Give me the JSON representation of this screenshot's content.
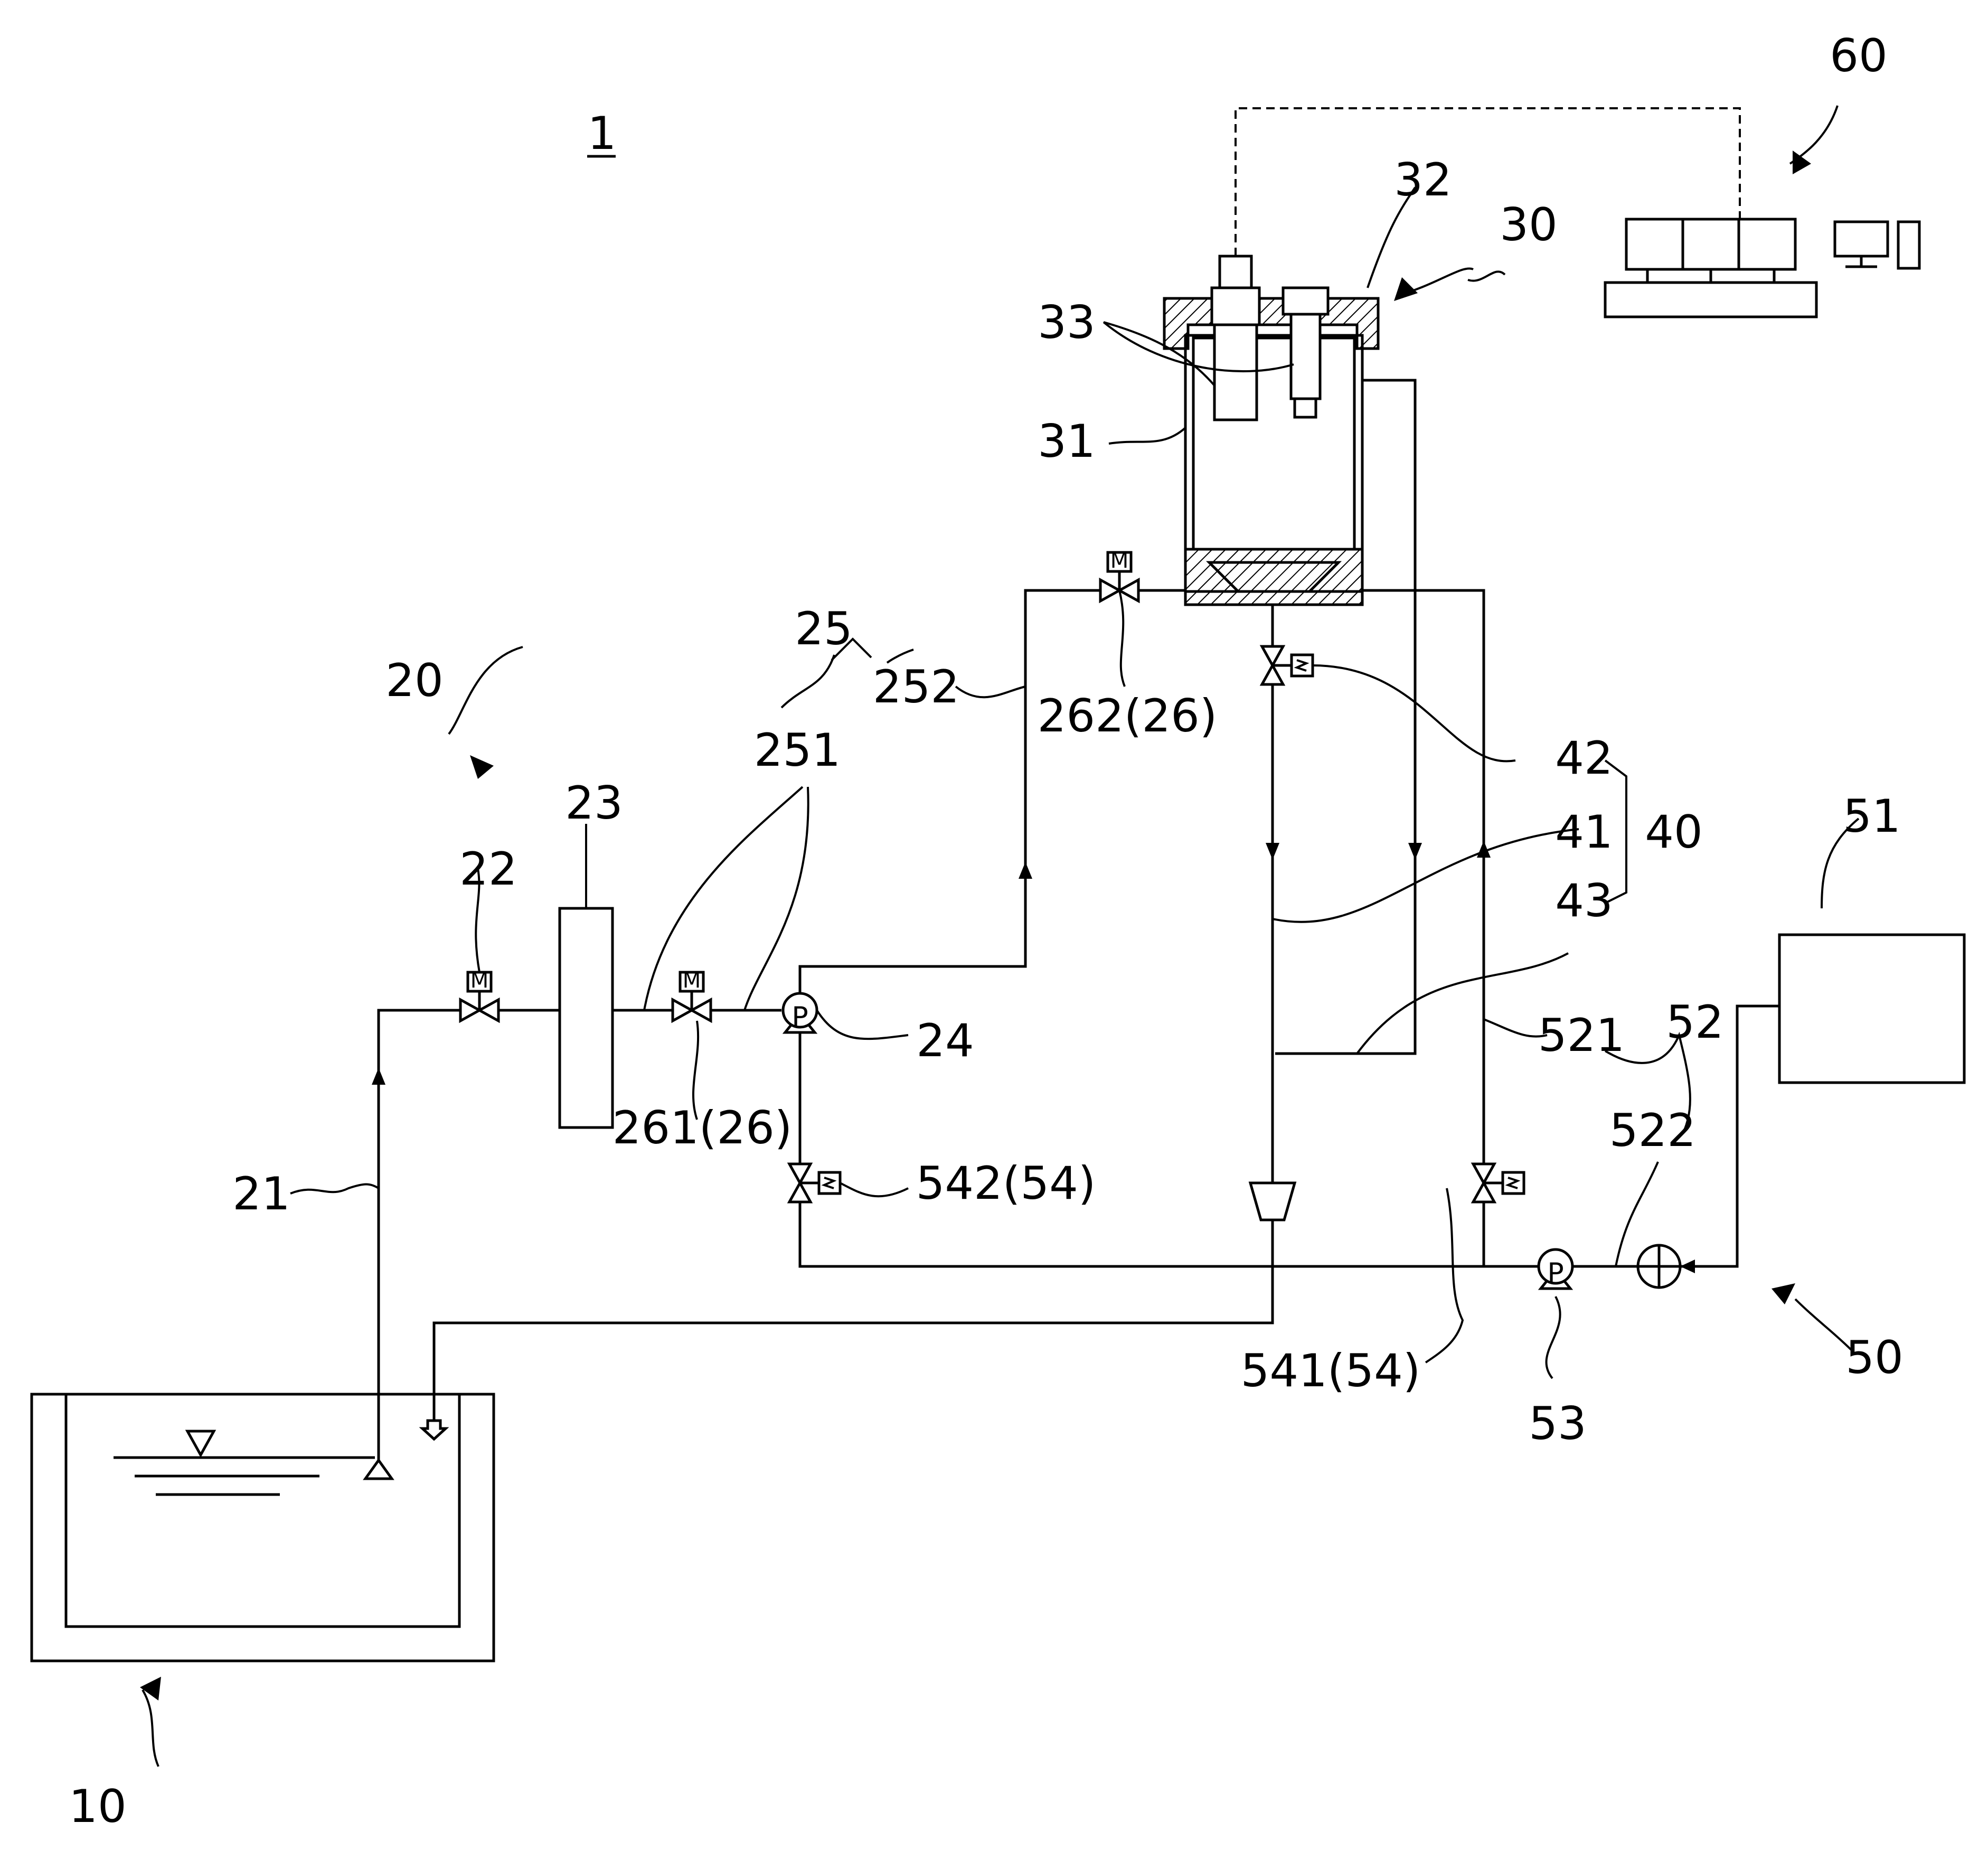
{
  "figure": {
    "system_ref": "1",
    "labels": {
      "tank": "10",
      "supply_unit": "20",
      "suction_pipe": "21",
      "inlet_valve": "22",
      "filter": "23",
      "pump": "24",
      "supply_pipe": "25",
      "pipe_251": "251",
      "pipe_252": "252",
      "valve_261": "261(26)",
      "valve_262": "262(26)",
      "vessel_unit": "30",
      "vessel": "31",
      "lid": "32",
      "sensors": "33",
      "drain_unit": "40",
      "drain_41": "41",
      "valve_42": "42",
      "pipe_43": "43",
      "cleaning_unit": "50",
      "cleaning_tank": "51",
      "cleaning_pipe": "52",
      "pipe_521": "521",
      "pipe_522": "522",
      "cleaning_pump": "53",
      "valve_541": "541(54)",
      "valve_542": "542(54)",
      "controller": "60"
    },
    "symbols": {
      "pump_letter": "P",
      "motor_letter": "M"
    }
  }
}
